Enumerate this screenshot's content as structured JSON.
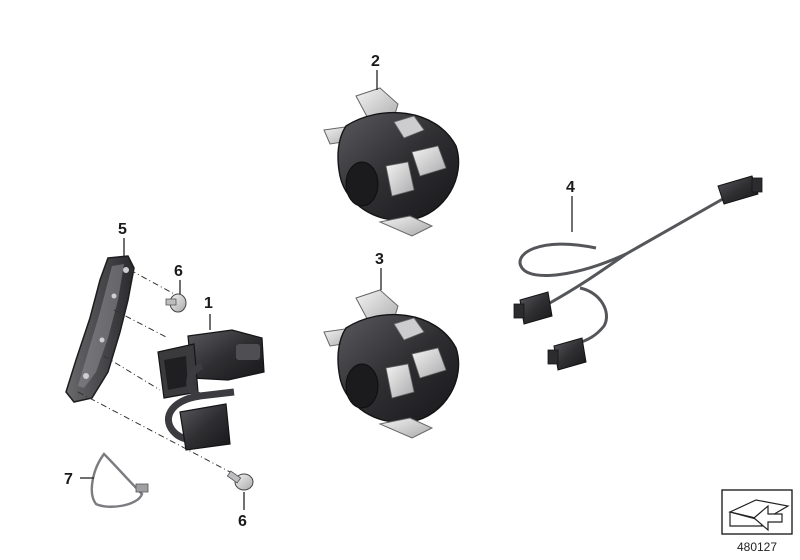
{
  "callouts": {
    "1": "1",
    "2": "2",
    "3": "3",
    "4": "4",
    "5": "5",
    "6a": "6",
    "6b": "6",
    "7": "7"
  },
  "catalog_number": "480127",
  "icons": {
    "orientation": "diagram-orientation-icon"
  },
  "colors": {
    "part_dark": "#2c2c2e",
    "part_mid": "#4a4a4d",
    "part_light": "#d7d7d7",
    "line": "#222222"
  }
}
